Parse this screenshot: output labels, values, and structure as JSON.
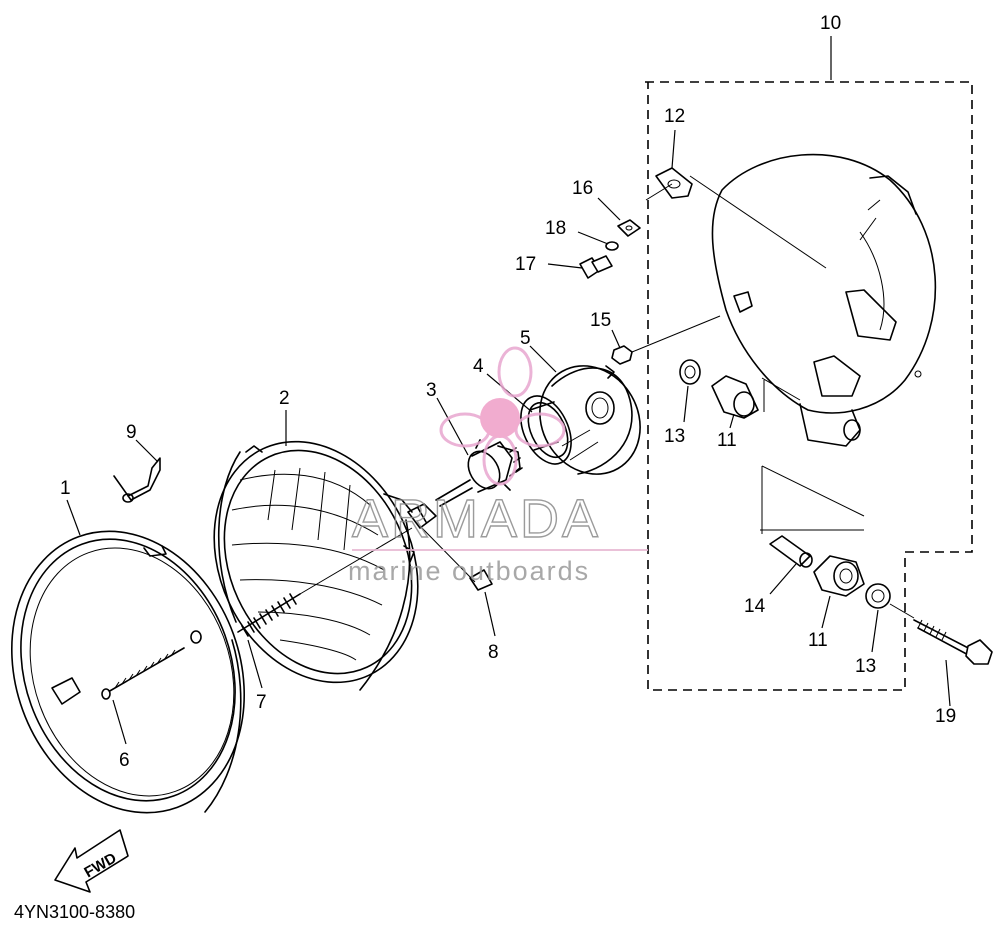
{
  "diagram": {
    "part_numbers": [
      "1",
      "2",
      "3",
      "4",
      "5",
      "6",
      "7",
      "8",
      "9",
      "10",
      "11",
      "11",
      "12",
      "13",
      "13",
      "14",
      "15",
      "16",
      "17",
      "18",
      "19"
    ],
    "part_code": "4YN3100-8380",
    "direction_arrow": "FWD",
    "watermark": {
      "brand": "ARMADA",
      "tagline": "marine outboards",
      "colors": {
        "logo": "#e8a6cf",
        "logo_center": "#ef9ec7",
        "brand_text": "#8a8a8a",
        "rule": "#e7b7d2"
      }
    }
  }
}
